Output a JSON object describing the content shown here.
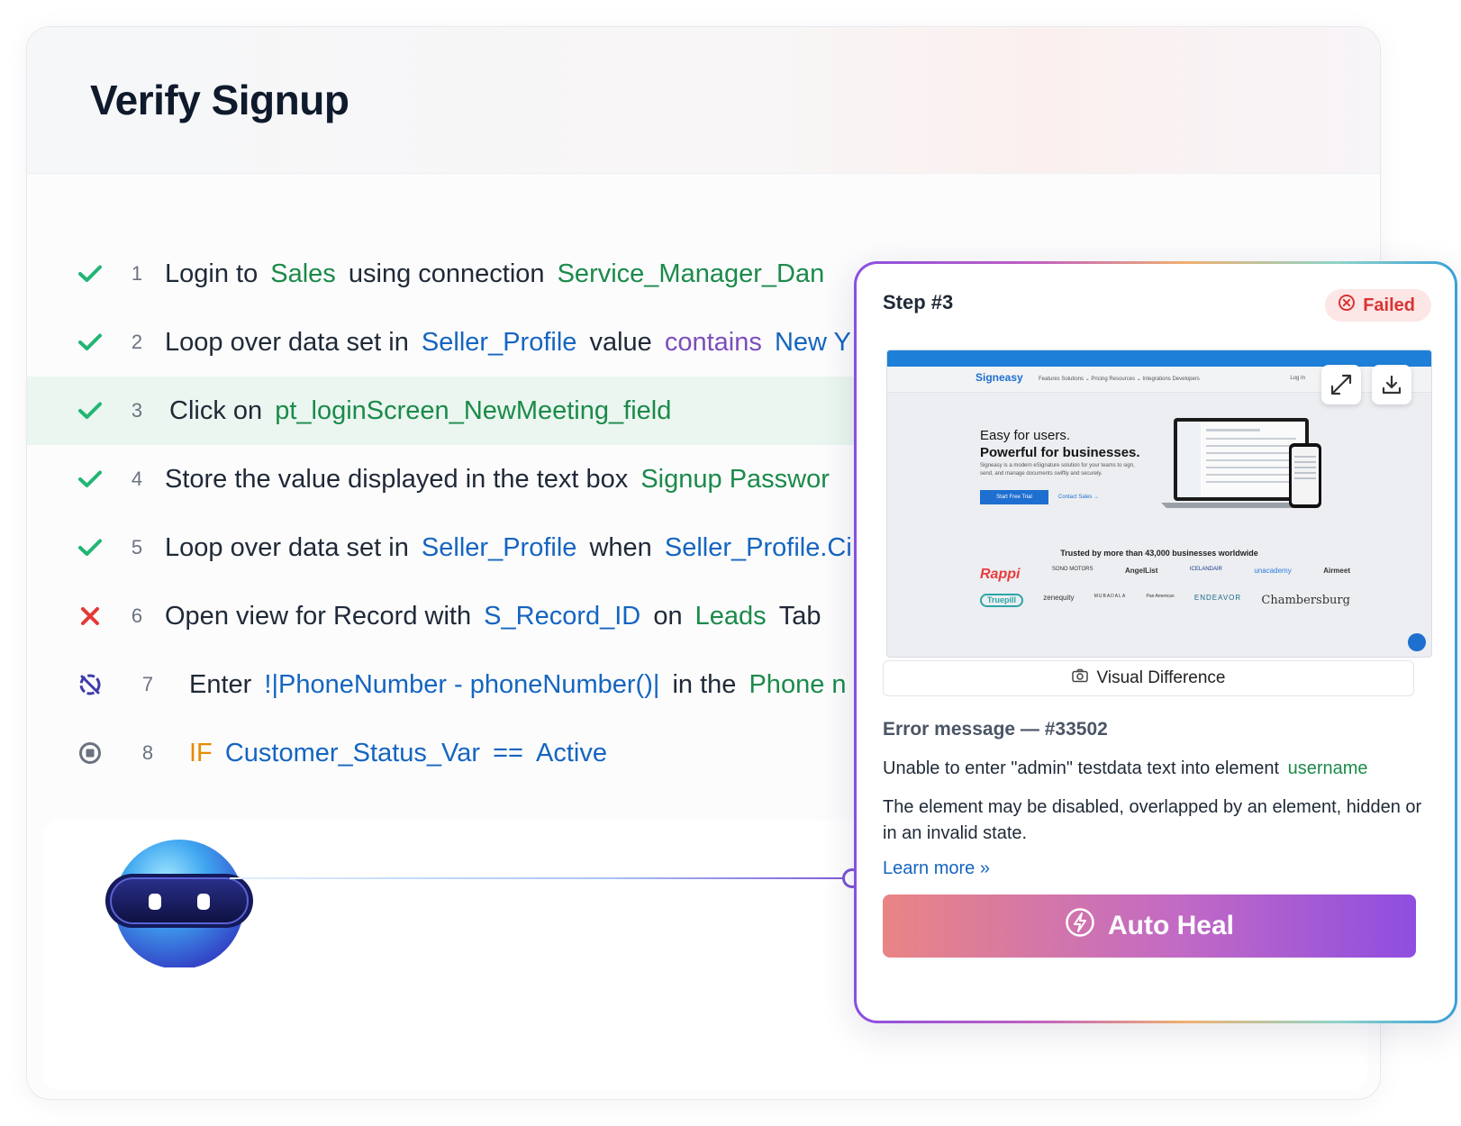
{
  "page": {
    "title": "Verify Signup"
  },
  "steps": [
    {
      "num": "1",
      "status": "passed",
      "t1": "Login to",
      "t2": "Sales",
      "t3": "using connection",
      "t4": "Service_Manager_Dan"
    },
    {
      "num": "2",
      "status": "passed",
      "t1": "Loop over data set in",
      "t2": "Seller_Profile",
      "t3": "value",
      "t4": "contains",
      "t5": "New Y"
    },
    {
      "num": "3",
      "status": "passed",
      "t1": "Click on",
      "t2": "pt_loginScreen_NewMeeting_field"
    },
    {
      "num": "4",
      "status": "passed",
      "t1": "Store the value displayed in the text box",
      "t2": "Signup Passwor"
    },
    {
      "num": "5",
      "status": "passed",
      "t1": "Loop over data set in",
      "t2": "Seller_Profile",
      "t3": "when",
      "t4": "Seller_Profile.Ci"
    },
    {
      "num": "6",
      "status": "failed",
      "t1": "Open view for Record with",
      "t2": "S_Record_ID",
      "t3": "on",
      "t4": "Leads",
      "t5": "Tab"
    },
    {
      "num": "7",
      "status": "skipped",
      "t1": "Enter",
      "t2": "!|PhoneNumber - phoneNumber()|",
      "t3": "in the",
      "t4": "Phone n"
    },
    {
      "num": "8",
      "status": "stopped",
      "t1": "IF",
      "t2": "Customer_Status_Var",
      "t3": "==",
      "t4": "Active"
    }
  ],
  "popup": {
    "title": "Step #3",
    "badge": "Failed",
    "screenshot": {
      "logo": "Signeasy",
      "nav": "Features   Solutions ⌄   Pricing   Resources ⌄   Integrations   Developers",
      "login": "Log In",
      "headline1": "Easy for users.",
      "headline2": "Powerful for businesses.",
      "sub": "Signeasy is a modern eSignature solution for your teams to sign, send, and manage documents swiftly and securely.",
      "cta": "Start Free Trial",
      "link": "Contact Sales →",
      "trusted": "Trusted by more than 43,000 businesses worldwide",
      "logos_row1": [
        "Rappi",
        "SONO MOTORS",
        "AngelList",
        "ICELANDAIR",
        "unacademy",
        "Airmeet"
      ],
      "logos_row2": [
        "Truepill",
        "zenequity",
        "MUBADALA",
        "Pan American",
        "ENDEAVOR",
        "Chambersburg"
      ]
    },
    "visual_diff": "Visual Difference",
    "error_title": "Error message — #33502",
    "error_line_prefix": "Unable to enter \"admin\" testdata text  into element",
    "error_element": "username",
    "error_desc": "The element may be disabled, overlapped by an element, hidden or in an invalid state.",
    "learn_more": "Learn more »",
    "auto_heal": "Auto Heal"
  },
  "colors": {
    "passed": "#22b573",
    "failed": "#e53935",
    "skipped": "#3f3aa8",
    "stopped": "#6b7280",
    "accent": "#8e4ee0"
  }
}
